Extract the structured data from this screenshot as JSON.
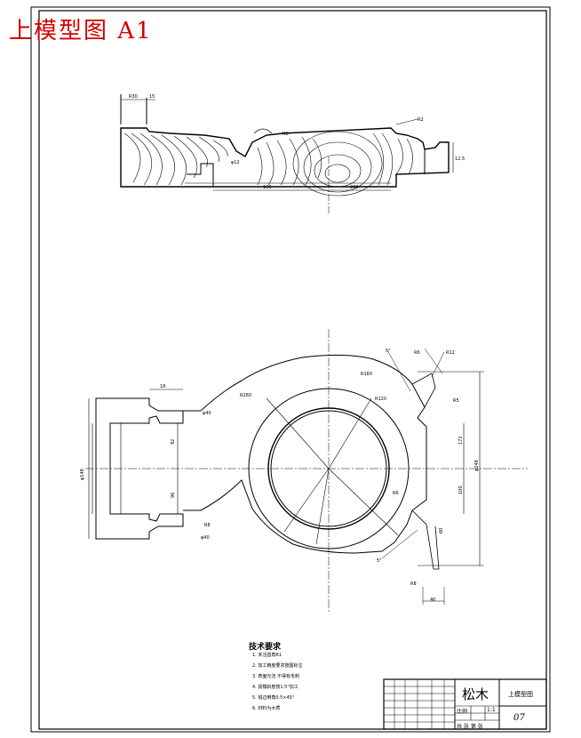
{
  "drawing": {
    "title": "上模型图 A1",
    "technical_notes": {
      "heading": "技术要求",
      "lines": [
        "1. 未注圆角R1",
        "2. 加工精度要求按图标注",
        "3. 表面光洁 不得有毛刺",
        "4. 拔模斜度按1.5°加工",
        "5. 锐边倒角0.5×45°",
        "6. 材料为木质"
      ]
    },
    "title_block": {
      "material": "松木",
      "part_name": "上模型图",
      "drawing_no": "07",
      "scale_label": "比例",
      "scale_value": "1:1",
      "sheet_label": "共 张 第 张"
    },
    "dimensions": {
      "top_left_a": "R30",
      "top_left_b": "15",
      "top_r1": "R8",
      "top_right_r": "R2",
      "top_height": "12.5",
      "top_small": "φ12",
      "bottom_left": "100",
      "bottom_right": "260",
      "side_left": "φ148",
      "left_dim_top": "18",
      "left_dim_a": "φ40",
      "left_dim_b": "92",
      "left_dim_c": "96",
      "left_dim_d": "R8",
      "left_dim_e": "φ40",
      "circle_r_big": "R260",
      "circle_r_mid": "R160",
      "circle_r_small": "R120",
      "right_angle": "5°",
      "right_r1": "R6",
      "right_r2": "R12",
      "right_r3": "R5",
      "right_dim_v1": "172",
      "right_dim_v2": "φ248",
      "right_dim_v3": "100",
      "right_dim_v4": "60",
      "bottom_dim_a": "R6",
      "bottom_dim_b": "40",
      "bottom_dim_c": "R8",
      "bottom_angle": "5°"
    }
  }
}
